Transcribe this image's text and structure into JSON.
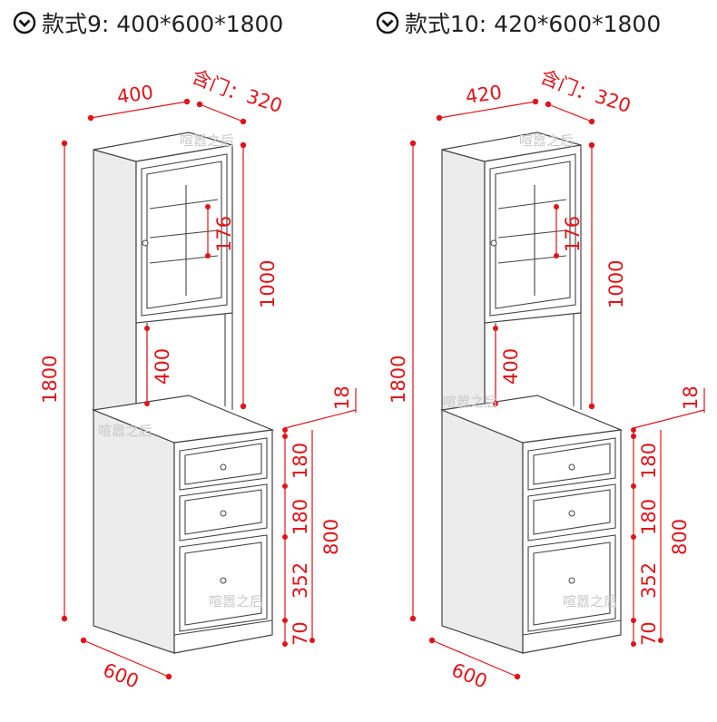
{
  "left": {
    "title": "款式9: 400*600*1800",
    "width": "400",
    "door_label": "含门：",
    "depth_top": "320",
    "total_height": "1800",
    "upper_height": "1000",
    "shelf_gap": "176",
    "open_gap": "400",
    "top_thickness": "18",
    "drawer1": "180",
    "drawer2": "180",
    "door_h": "352",
    "plinth": "70",
    "base_height": "800",
    "depth": "600",
    "watermark": "喧嚣之后"
  },
  "right": {
    "title": "款式10: 420*600*1800",
    "width": "420",
    "door_label": "含门：",
    "depth_top": "320",
    "total_height": "1800",
    "upper_height": "1000",
    "shelf_gap": "176",
    "open_gap": "400",
    "top_thickness": "18",
    "drawer1": "180",
    "drawer2": "180",
    "door_h": "352",
    "plinth": "70",
    "base_height": "800",
    "depth": "600",
    "watermark": "喧嚣之后"
  },
  "colors": {
    "dimension": "#e0141a",
    "outline": "#444444"
  }
}
